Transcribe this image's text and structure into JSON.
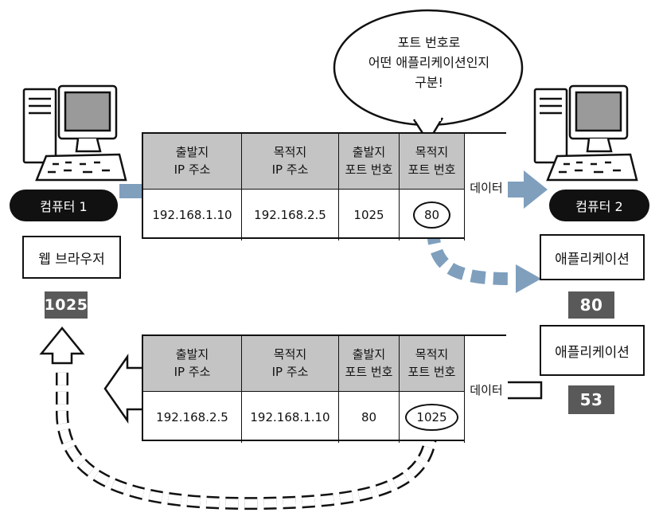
{
  "bubble": {
    "line1": "포트 번호로",
    "line2": "어떤 애플리케이션인지",
    "line3": "구분!"
  },
  "computer1": {
    "label": "컴퓨터 1",
    "app": "웹 브라우저",
    "port": "1025"
  },
  "computer2": {
    "label": "컴퓨터 2",
    "apps": [
      {
        "name": "애플리케이션",
        "port": "80"
      },
      {
        "name": "애플리케이션",
        "port": "53"
      }
    ]
  },
  "headers": {
    "src_ip": [
      "출발지",
      "IP 주소"
    ],
    "dst_ip": [
      "목적지",
      "IP 주소"
    ],
    "src_port": [
      "출발지",
      "포트 번호"
    ],
    "dst_port": [
      "목적지",
      "포트 번호"
    ],
    "data": "데이터"
  },
  "packet_outbound": {
    "src_ip": "192.168.1.10",
    "dst_ip": "192.168.2.5",
    "src_port": "1025",
    "dst_port": "80"
  },
  "packet_return": {
    "src_ip": "192.168.2.5",
    "dst_ip": "192.168.1.10",
    "src_port": "80",
    "dst_port": "1025"
  },
  "colors": {
    "arrow_blue": "#7f9fbd",
    "header_gray": "#c4c4c4",
    "port_box": "#595959"
  }
}
